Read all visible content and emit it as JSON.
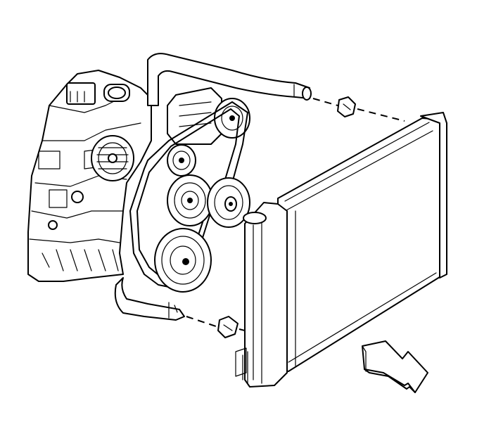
{
  "figure": {
    "components": [
      "engine",
      "accessory-drive-belt",
      "pulleys",
      "alternator",
      "upper-radiator-hose",
      "lower-radiator-hose",
      "hose-clamps",
      "radiator"
    ],
    "direction_arrow": "removal-direction-arrow-icon",
    "colors": {
      "line": "#000000",
      "background": "#ffffff"
    }
  }
}
